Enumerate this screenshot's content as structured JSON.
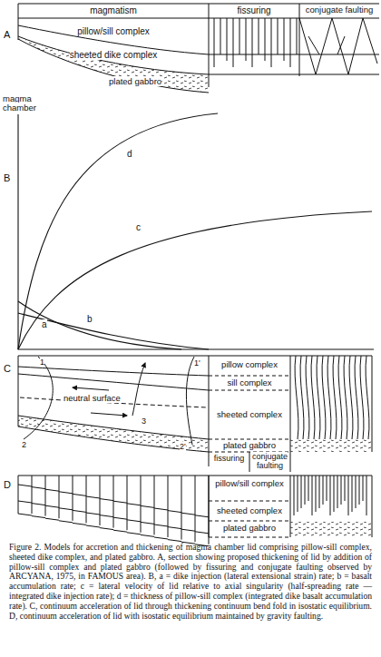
{
  "diagram": {
    "caption": "Figure 2. Models for accretion and thickening of magma chamber lid comprising pillow-sill complex, sheeted dike complex, and plated gabbro. A, section showing proposed thickening of lid by addition of pillow-sill complex and plated gabbro (followed by fissuring and conjugate faulting observed by ARCYANA, 1975, in FAMOUS area). B, a = dike injection (lateral extensional strain) rate; b = basalt accumulation rate; c = lateral velocity of lid relative to axial singularity (half-spreading rate — integrated dike injection rate); d = thickness of pillow-sill complex (integrated dike basalt accumulation rate). C, continuum acceleration of lid through thickening continuum bend fold in isostatic equilibrium. D, continuum acceleration of lid with isostatic equilibrium maintained by gravity faulting.",
    "labels": [
      "A",
      "magmatism",
      "fissuring",
      "conjugate faulting",
      "pillow/sill complex",
      "sheeted dike complex",
      "plated gabbro",
      "magma chamber",
      "B",
      "a",
      "b",
      "c",
      "d",
      "C",
      "1",
      "1'",
      "2",
      "2'",
      "3",
      "neutral surface",
      "pillow complex",
      "sill complex",
      "sheeted complex",
      "plated gabbro",
      "fissuring",
      "conjugate faulting",
      "D",
      "pillow/sill complex",
      "sheeted complex",
      "plated gabbro"
    ]
  }
}
